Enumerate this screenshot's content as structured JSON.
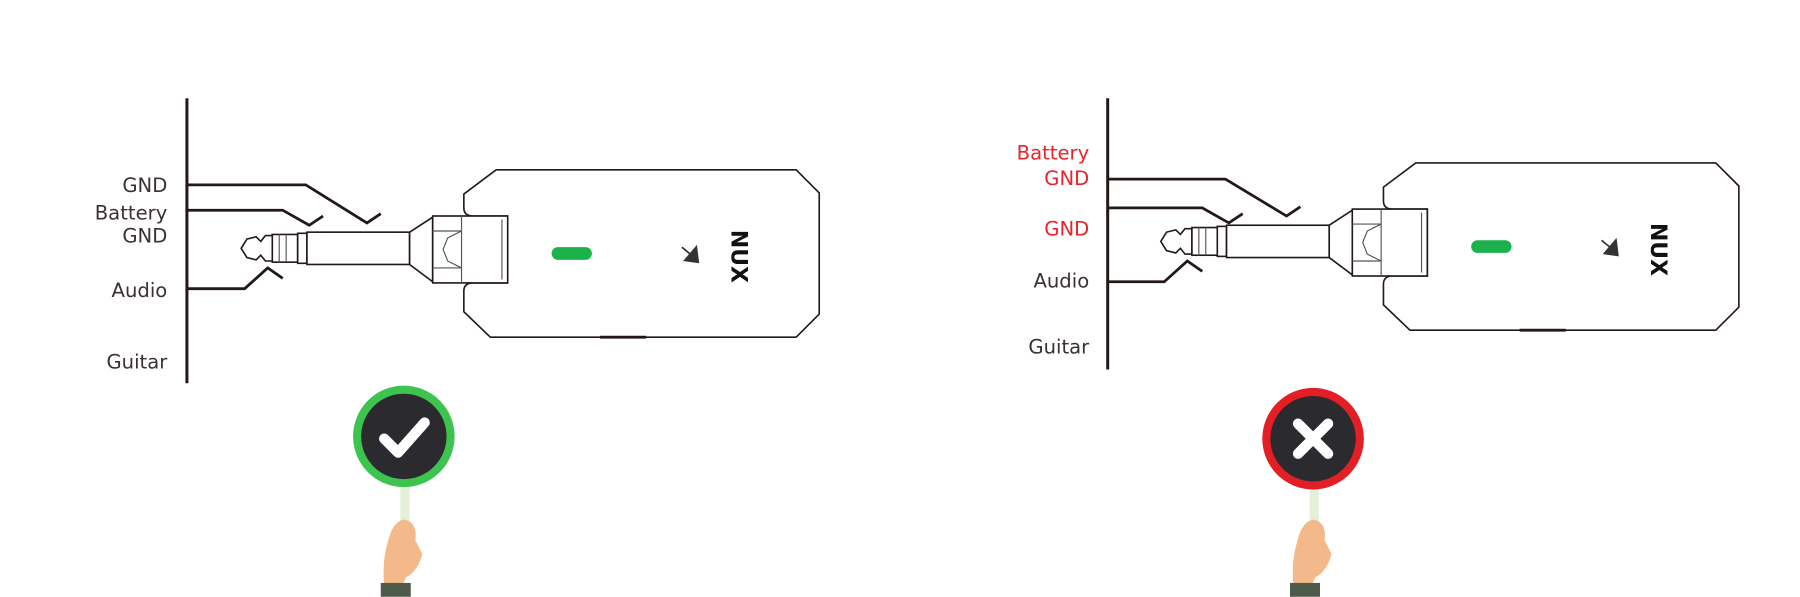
{
  "panels": [
    {
      "labels": {
        "gnd": "GND",
        "battery_line1": "Battery",
        "battery_line2": "GND",
        "audio": "Audio",
        "guitar": "Guitar"
      },
      "verdict": "correct",
      "verdict_icon": "check-icon",
      "ring_color": "#3cc44f"
    },
    {
      "labels": {
        "battery_line1": "Battery",
        "battery_line2": "GND",
        "gnd": "GND",
        "audio": "Audio",
        "guitar": "Guitar"
      },
      "highlighted_labels": [
        "Battery GND",
        "GND"
      ],
      "highlight_color": "#e8242c",
      "verdict": "incorrect",
      "verdict_icon": "x-icon",
      "ring_color": "#e31e25"
    }
  ],
  "device": {
    "logo": "NUX",
    "led_color": "#1bb24b"
  }
}
